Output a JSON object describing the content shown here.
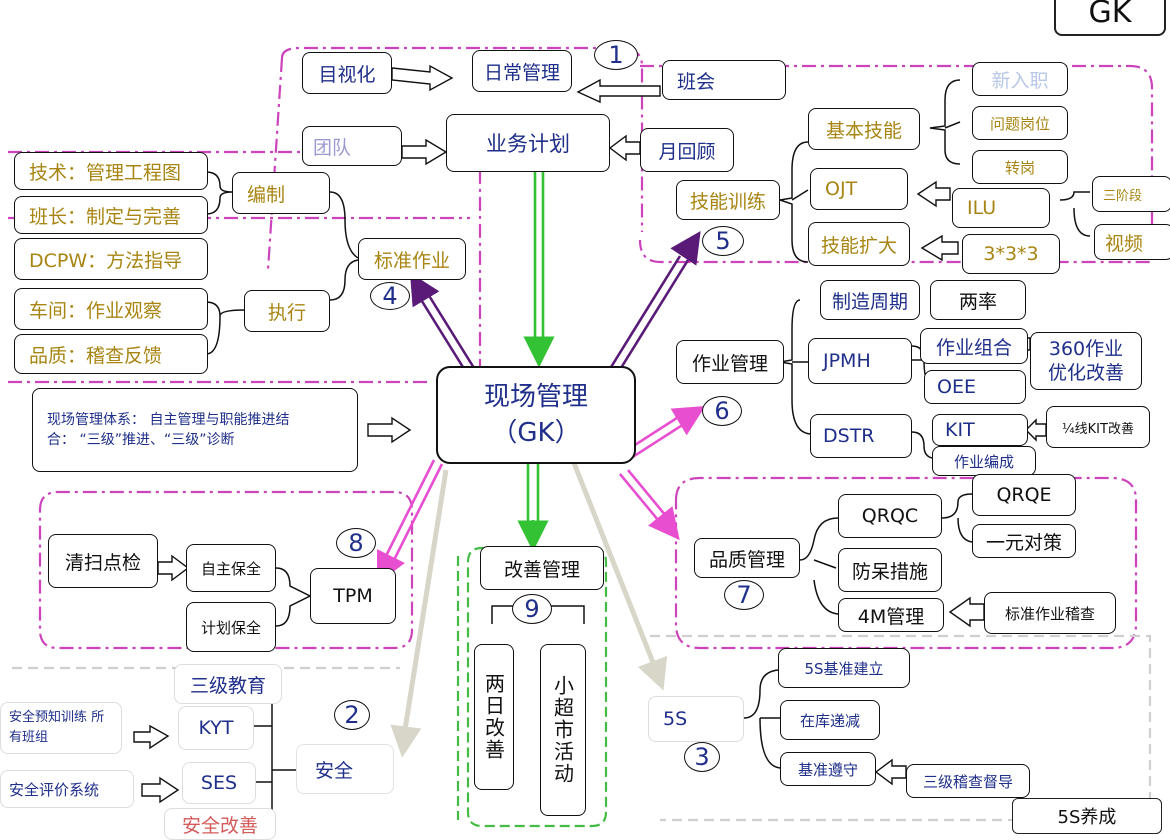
{
  "header_tag": "GK",
  "center": {
    "line1": "现场管理",
    "line2": "（GK）"
  },
  "boxes": {
    "mushika": "目视化",
    "nichijo": "日常管理",
    "team": "团队",
    "gyomu": "业务计划",
    "hankai": "班会",
    "getsukaiko": "月回顾",
    "kihon": "基本技能",
    "shinnyu": "新入职",
    "mondai": "问题岗位",
    "tengang": "转岗",
    "ojt": "OJT",
    "ilu": "ILU",
    "sanjie": "三阶段",
    "shipin": "视频",
    "ginoukunren": "技能训练",
    "ginoukakudai": "技能扩大",
    "three": "3*3*3",
    "gijutsu": "技术：管理工程图",
    "hancho": "班长：制定与完善",
    "dcpw": "DCPW：方法指导",
    "shakan": "车间：作业观察",
    "hinshitsu": "品质：稽查反馈",
    "hensei": "编制",
    "shikko": "执行",
    "hyojun": "标准作业",
    "seizou": "制造周期",
    "ryoritsu": "两率",
    "sagyokanri": "作业管理",
    "jpmh": "JPMH",
    "sagyokumiai": "作业组合",
    "s360": "360作业 优化改善",
    "oee": "OEE",
    "dstr": "DSTR",
    "kit": "KIT",
    "kit4": "¼线KIT改善",
    "sagyohensei": "作业编成",
    "system": "现场管理体系： 自主管理与职能推进结合： “三级”推进、“三级”诊断",
    "seisou": "清扫点检",
    "jishu": "自主保全",
    "keikaku": "计划保全",
    "tpm": "TPM",
    "kaizen": "改善管理",
    "ryonichi": "两日改善",
    "chosupa": "小超市活动",
    "qrqc": "QRQC",
    "qrqe": "QRQE",
    "ichigen": "一元对策",
    "hinkan": "品质管理",
    "bokaku": "防呆措施",
    "m4": "4M管理",
    "hyojunkansa": "标准作业稽查",
    "sankyu": "三级教育",
    "yochi": "安全预知训练 所有班组",
    "kyt": "KYT",
    "hyoka": "安全评价系统",
    "ses": "SES",
    "anzen": "安全",
    "anzenkaizen": "安全改善",
    "s5": "5S",
    "s5kijun": "5S基准建立",
    "zaiko": "在库递减",
    "kijunjunshu": "基准遵守",
    "sankyukansa": "三级稽查督导",
    "s5sei": "5S养成"
  },
  "numbers": {
    "n1": "1",
    "n2": "2",
    "n3": "3",
    "n4": "4",
    "n5": "5",
    "n6": "6",
    "n7": "7",
    "n8": "8",
    "n9": "9"
  },
  "colors": {
    "green": "#33c233",
    "purple": "#5a1a78",
    "magenta": "#e84fd0",
    "beige": "#d8d6c8",
    "dash_magenta": "#cc44bb",
    "dash_green": "#44bb44",
    "dash_gray": "#cfcfcf"
  }
}
